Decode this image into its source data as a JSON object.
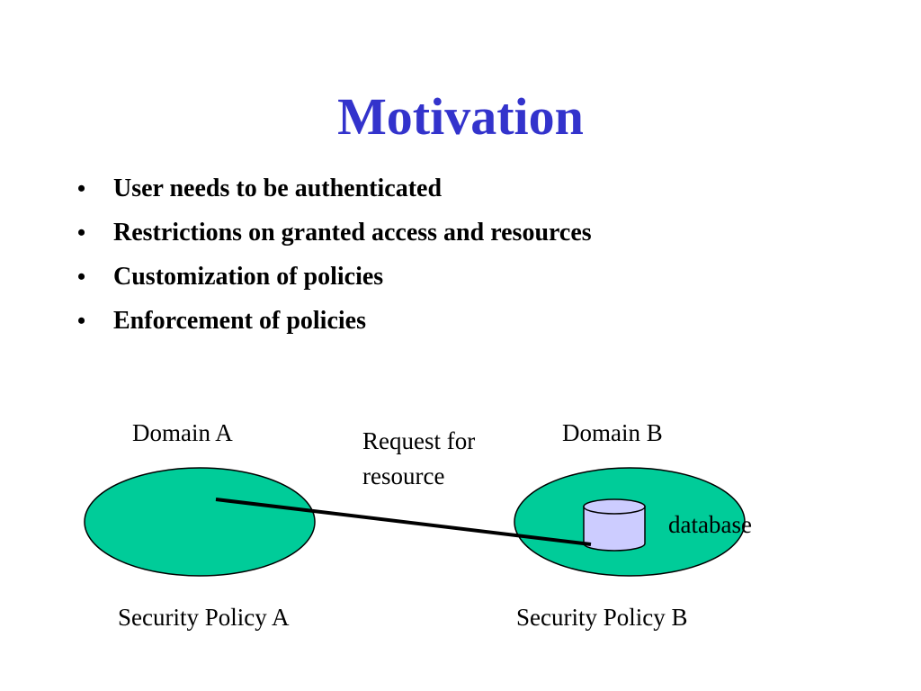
{
  "slide": {
    "title": "Motivation",
    "bullet_symbol": "•",
    "bullets": [
      "User needs to be authenticated",
      "Restrictions on granted access and resources",
      "Customization of policies",
      "Enforcement of policies"
    ]
  },
  "diagram": {
    "domain_a_label": "Domain A",
    "domain_b_label": "Domain B",
    "request_line1": "Request for",
    "request_line2": "resource",
    "database_label": "database",
    "policy_a_label": "Security Policy A",
    "policy_b_label": "Security Policy B",
    "colors": {
      "title": "#3333cc",
      "domain_fill": "#00cc99",
      "database_fill": "#ccccff",
      "stroke": "#000000"
    }
  }
}
